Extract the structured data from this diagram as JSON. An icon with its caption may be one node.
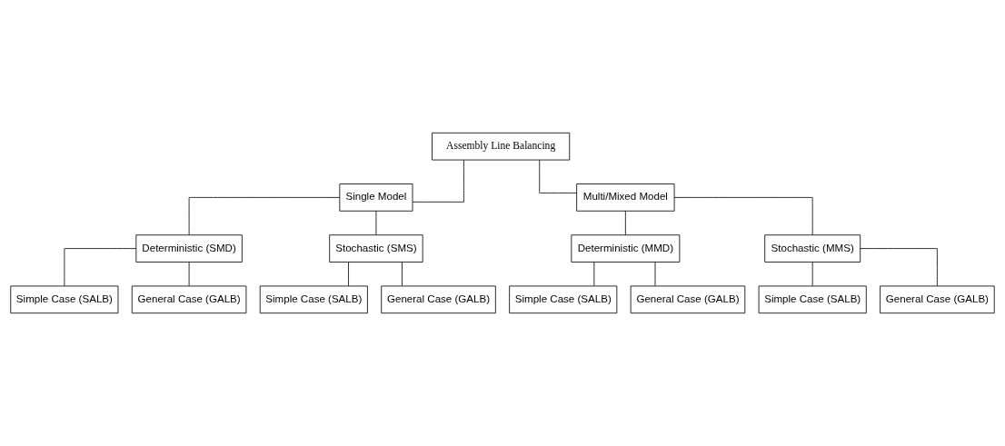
{
  "diagram": {
    "nodes": [
      {
        "text": [
          "Assembly Line Balancing"
        ]
      },
      {
        "text": [
          "Single Model"
        ]
      },
      {
        "text": [
          "Multi/Mixed Model"
        ]
      },
      {
        "text": [
          "Deterministic (SMD)"
        ]
      },
      {
        "text": [
          "Stochastic (SMS)"
        ]
      },
      {
        "text": [
          "Deterministic (MMD)"
        ]
      },
      {
        "text": [
          "Stochastic (MMS)"
        ]
      },
      {
        "text": [
          "Simple Case (SALB)"
        ]
      },
      {
        "text": [
          "General Case (GALB)"
        ]
      },
      {
        "text": [
          "Simple Case (SALB)"
        ]
      },
      {
        "text": [
          "General Case (GALB)"
        ]
      },
      {
        "text": [
          "Simple Case (SALB)"
        ]
      },
      {
        "text": [
          "General Case (GALB)"
        ]
      },
      {
        "text": [
          "Simple Case (SALB)"
        ]
      },
      {
        "text": [
          "General Case (GALB)"
        ]
      }
    ],
    "edges": [
      {
        "from": 0,
        "to": 1,
        "arrow": "none"
      },
      {
        "from": 0,
        "to": 2,
        "arrow": "none"
      },
      {
        "from": 1,
        "to": 3,
        "arrow": "none"
      },
      {
        "from": 1,
        "to": 4,
        "arrow": "none"
      },
      {
        "from": 2,
        "to": 5,
        "arrow": "none"
      },
      {
        "from": 2,
        "to": 6,
        "arrow": "none"
      },
      {
        "from": 3,
        "to": 7,
        "arrow": "none"
      },
      {
        "from": 3,
        "to": 8,
        "arrow": "none"
      },
      {
        "from": 4,
        "to": 9,
        "arrow": "none"
      },
      {
        "from": 4,
        "to": 10,
        "arrow": "none"
      },
      {
        "from": 5,
        "to": 11,
        "arrow": "none"
      },
      {
        "from": 5,
        "to": 12,
        "arrow": "none"
      },
      {
        "from": 6,
        "to": 13,
        "arrow": "none"
      },
      {
        "from": 6,
        "to": 14,
        "arrow": "none"
      }
    ]
  }
}
